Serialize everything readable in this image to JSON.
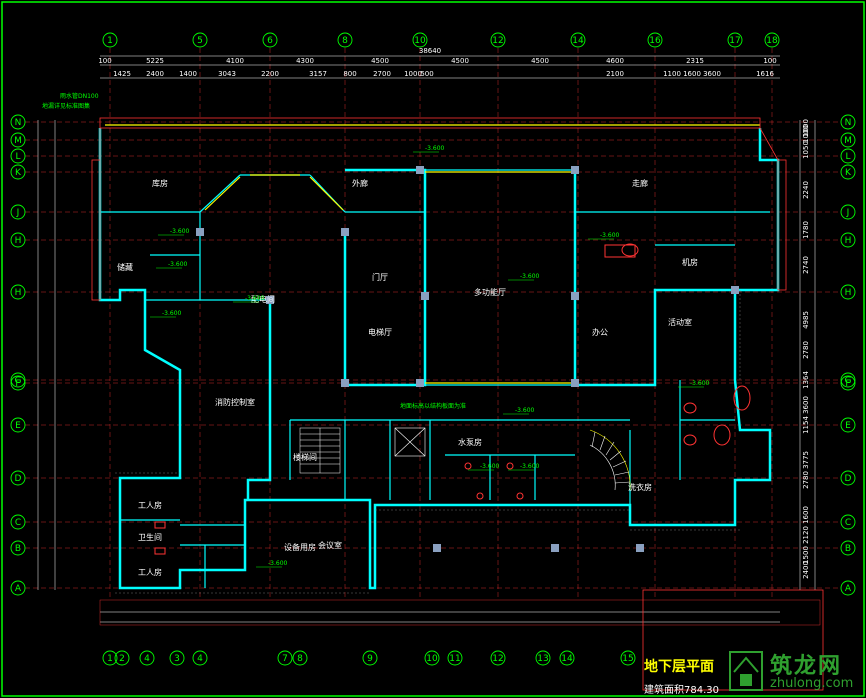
{
  "colors": {
    "background": "#000000",
    "axis": "#00ff00",
    "wall": "#00ffff",
    "dimension": "#ffffff",
    "accent": "#ff0000",
    "title": "#ffff00",
    "watermark": "#2fa02f"
  },
  "top_axes": [
    "1",
    "5",
    "6",
    "8",
    "10",
    "12",
    "14",
    "16",
    "17",
    "18"
  ],
  "bottom_axes": [
    "1",
    "2",
    "4",
    "3",
    "4",
    "7",
    "8",
    "9",
    "10",
    "11",
    "12",
    "13",
    "14",
    "15"
  ],
  "left_axes": [
    "N",
    "M",
    "L",
    "K",
    "J",
    "H",
    "H",
    "G",
    "F",
    "E",
    "D",
    "C",
    "B",
    "A"
  ],
  "right_axes": [
    "N",
    "M",
    "L",
    "K",
    "J",
    "H",
    "H",
    "G",
    "F",
    "E",
    "D",
    "C",
    "B",
    "A"
  ],
  "overall_dim": "38640",
  "top_dims_row1": [
    "100",
    "5225",
    "4100",
    "4300",
    "4500",
    "4500",
    "4500",
    "4600",
    "2315",
    "100"
  ],
  "top_dims_row2": [
    "1425",
    "2400",
    "1400",
    "3043",
    "2200",
    "3157",
    "800",
    "2700",
    "1000",
    "500",
    "2100",
    "1100",
    "1600",
    "3600",
    "1616"
  ],
  "right_dims": [
    "1000",
    "1000",
    "1050",
    "2240",
    "1780",
    "2740",
    "4985",
    "2780",
    "1364",
    "3600",
    "1154",
    "3775",
    "2780",
    "1600",
    "2120",
    "1500",
    "2400"
  ],
  "room_labels": [
    "库房",
    "外廊",
    "走廊",
    "储藏",
    "门厅",
    "电梯厅",
    "消防控制室",
    "配电间",
    "水泵房",
    "楼梯间",
    "工人房",
    "工人房",
    "卫生间",
    "设备用房",
    "会议室",
    "多功能厅",
    "活动室",
    "办公",
    "机房",
    "洗衣房"
  ],
  "level_marks": [
    "-3.600",
    "-3.600",
    "-3.600",
    "-3.600",
    "-3.600",
    "-3.600",
    "-3.600",
    "-3.600",
    "-3.600",
    "-3.600",
    "-3.600",
    "-3.600"
  ],
  "annotation_top": "雨水管DN100",
  "annotation_top2": "地漏详见标准图集",
  "note_center": "地面标高以结构板面为准",
  "title": "地下层平面",
  "area": "建筑面积784.30",
  "watermark_cn": "筑龙网",
  "watermark_url": "zhulong.com"
}
